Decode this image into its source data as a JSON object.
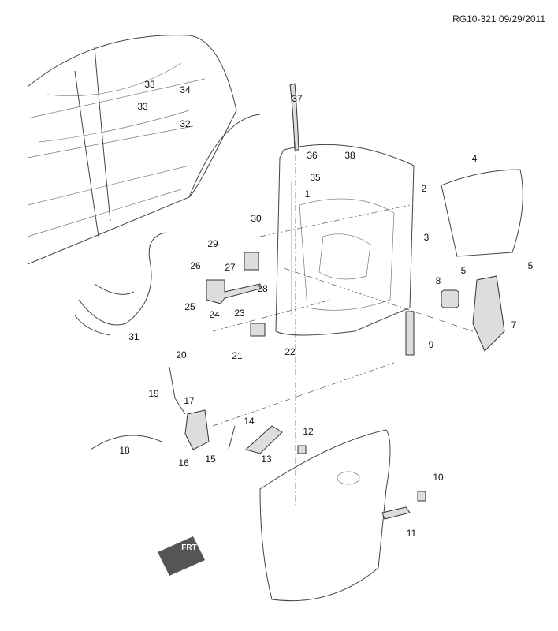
{
  "header": {
    "reference": "RG10-321 09/29/2011"
  },
  "callouts": [
    "33",
    "33",
    "34",
    "32",
    "37",
    "36",
    "38",
    "35",
    "4",
    "2",
    "1",
    "3",
    "30",
    "29",
    "26",
    "27",
    "28",
    "25",
    "24",
    "5",
    "5",
    "8",
    "23",
    "7",
    "31",
    "21",
    "22",
    "9",
    "20",
    "19",
    "17",
    "14",
    "12",
    "18",
    "16",
    "15",
    "13",
    "10",
    "11"
  ],
  "direction_badge": {
    "text": "FRT",
    "icon": "front-arrow-icon"
  }
}
